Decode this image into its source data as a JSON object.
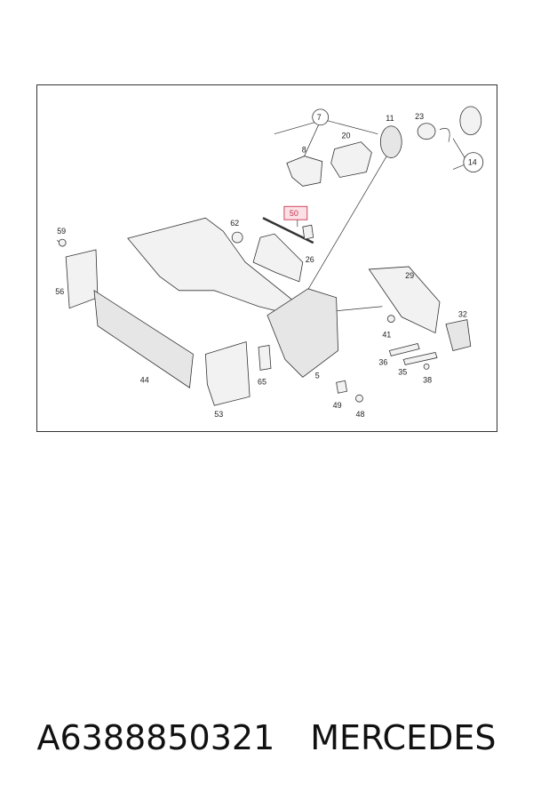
{
  "diagram": {
    "labels": {
      "p7": "7",
      "p8": "8",
      "p11": "11",
      "p14": "14",
      "p20": "20",
      "p23": "23",
      "p26": "26",
      "p29": "29",
      "p32": "32",
      "p35": "35",
      "p36": "36",
      "p38": "38",
      "p41": "41",
      "p44": "44",
      "p48": "48",
      "p49": "49",
      "p5": "5",
      "p53": "53",
      "p56": "56",
      "p59": "59",
      "p62": "62",
      "p65": "65",
      "p50": "50"
    },
    "highlighted_part": "50",
    "highlight_color": "#d0465e"
  },
  "caption": {
    "part_number": "A6388850321",
    "brand": "MERCEDES"
  }
}
